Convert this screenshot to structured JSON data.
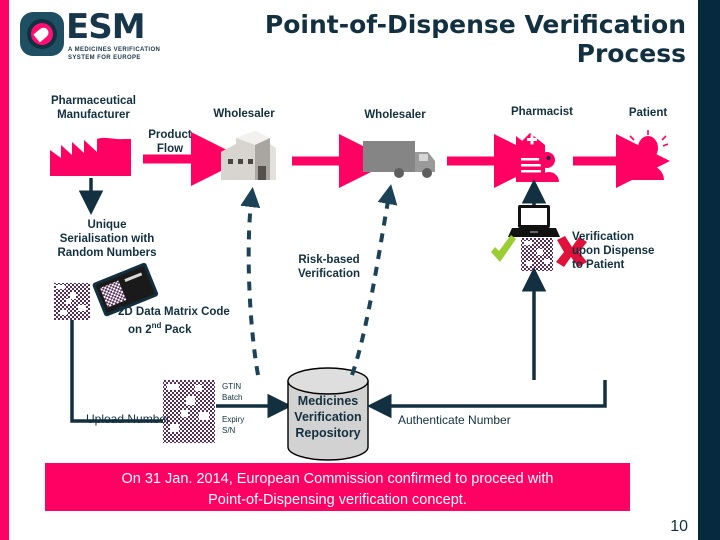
{
  "slide": {
    "page_number": "10",
    "colors": {
      "pink": "#FF0063",
      "navy": "#12303F",
      "grey": "#BFBFBF",
      "green_check": "#9ACD32",
      "red_cross": "#E0113B",
      "datamatrix": "#5B2D5B"
    }
  },
  "logo": {
    "wordmark": "ESM",
    "tagline": "A MEDICINES VERIFICATION\nSYSTEM FOR EUROPE",
    "mark_icon": "esm-pill-logo-icon"
  },
  "header": {
    "title": "Point-of-Dispense Verification Process"
  },
  "actors": [
    {
      "id": "manufacturer",
      "label": "Pharmaceutical\nManufacturer",
      "icon": "factory-icon"
    },
    {
      "id": "wholesaler-1",
      "label": "Wholesaler",
      "icon": "warehouse-icon"
    },
    {
      "id": "wholesaler-2",
      "label": "Wholesaler",
      "icon": "truck-icon"
    },
    {
      "id": "pharmacist",
      "label": "Pharmacist",
      "icon": "pharmacy-icon"
    },
    {
      "id": "patient",
      "label": "Patient",
      "icon": "patient-icon"
    }
  ],
  "flows": {
    "product_flow": "Product\nFlow",
    "risk_based_verification": "Risk-based\nVerification",
    "upload_number": "Upload Number",
    "authenticate_number": "Authenticate Number"
  },
  "annotations": {
    "serialisation": "Unique\nSerialisation with\nRandom Numbers",
    "datamatrix_caption_line1": "2D Data Matrix Code",
    "datamatrix_caption_line2_pre": "on 2",
    "datamatrix_caption_line2_sup": "nd",
    "datamatrix_caption_line2_post": " Pack",
    "verification_on_dispense": "Verification\nupon Dispense\nto Patient",
    "code_fields": [
      "GTIN",
      "Batch",
      "Expiry",
      "S/N"
    ]
  },
  "repository": {
    "label": "Medicines\nVerification\nRepository",
    "icon": "database-cylinder-icon"
  },
  "status_icons": {
    "pass": "check-mark-icon",
    "fail": "cross-mark-icon"
  },
  "banner": {
    "line1": "On 31 Jan. 2014, European Commission confirmed to proceed with",
    "line2": "Point-of-Dispensing verification concept."
  }
}
